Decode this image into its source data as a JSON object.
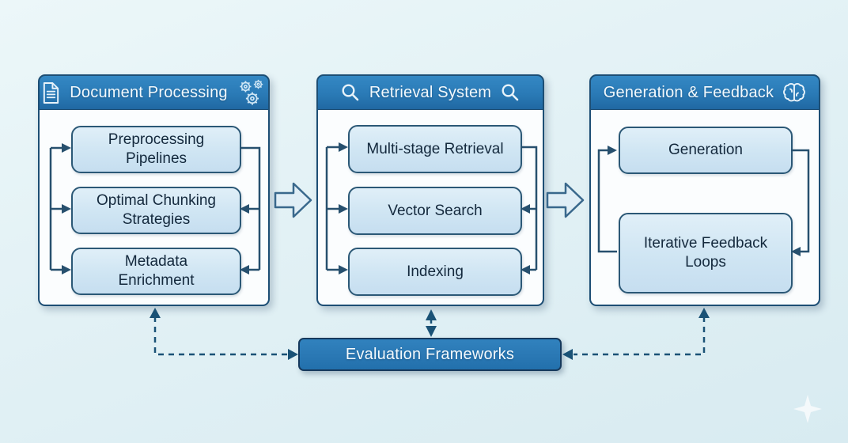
{
  "panels": [
    {
      "title": "Document Processing",
      "left_icon": "document-icon",
      "right_icon": "gears-icon",
      "boxes": [
        "Preprocessing\nPipelines",
        "Optimal Chunking\nStrategies",
        "Metadata\nEnrichment"
      ]
    },
    {
      "title": "Retrieval System",
      "left_icon": "magnifier-icon",
      "right_icon": "magnifier-icon",
      "boxes": [
        "Multi-stage Retrieval",
        "Vector Search",
        "Indexing"
      ]
    },
    {
      "title": "Generation & Feedback",
      "right_icon": "brain-icon",
      "boxes": [
        "Generation",
        "Iterative Feedback\nLoops"
      ]
    }
  ],
  "evaluation_label": "Evaluation Frameworks",
  "colors": {
    "header_blue": "#2a7ab6",
    "panel_border": "#1d4e74",
    "node_fill": "#cfe5f3",
    "connector": "#1a5276",
    "background": "#e2f1f5"
  }
}
